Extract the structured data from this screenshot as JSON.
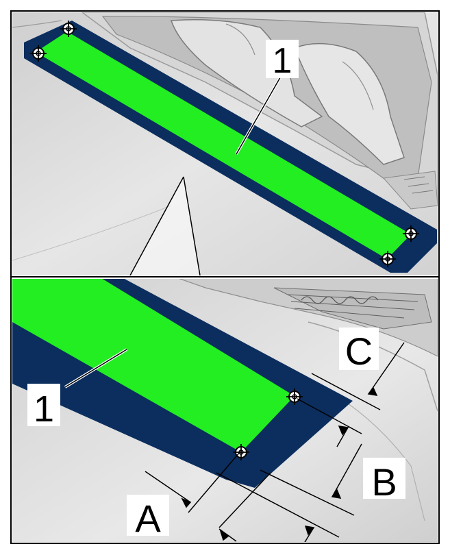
{
  "top_panel": {
    "callout": "1",
    "fasteners": [
      "fastener",
      "fastener",
      "fastener",
      "fastener"
    ]
  },
  "bottom_panel": {
    "callout": "1",
    "dimensions": {
      "a": "A",
      "b": "B",
      "c": "C"
    }
  },
  "colors": {
    "adhesive_zone": "#22ee22",
    "panel_outline": "#0b2e5e",
    "body_surface": "#d9d9d9",
    "frame_border": "#000000"
  }
}
